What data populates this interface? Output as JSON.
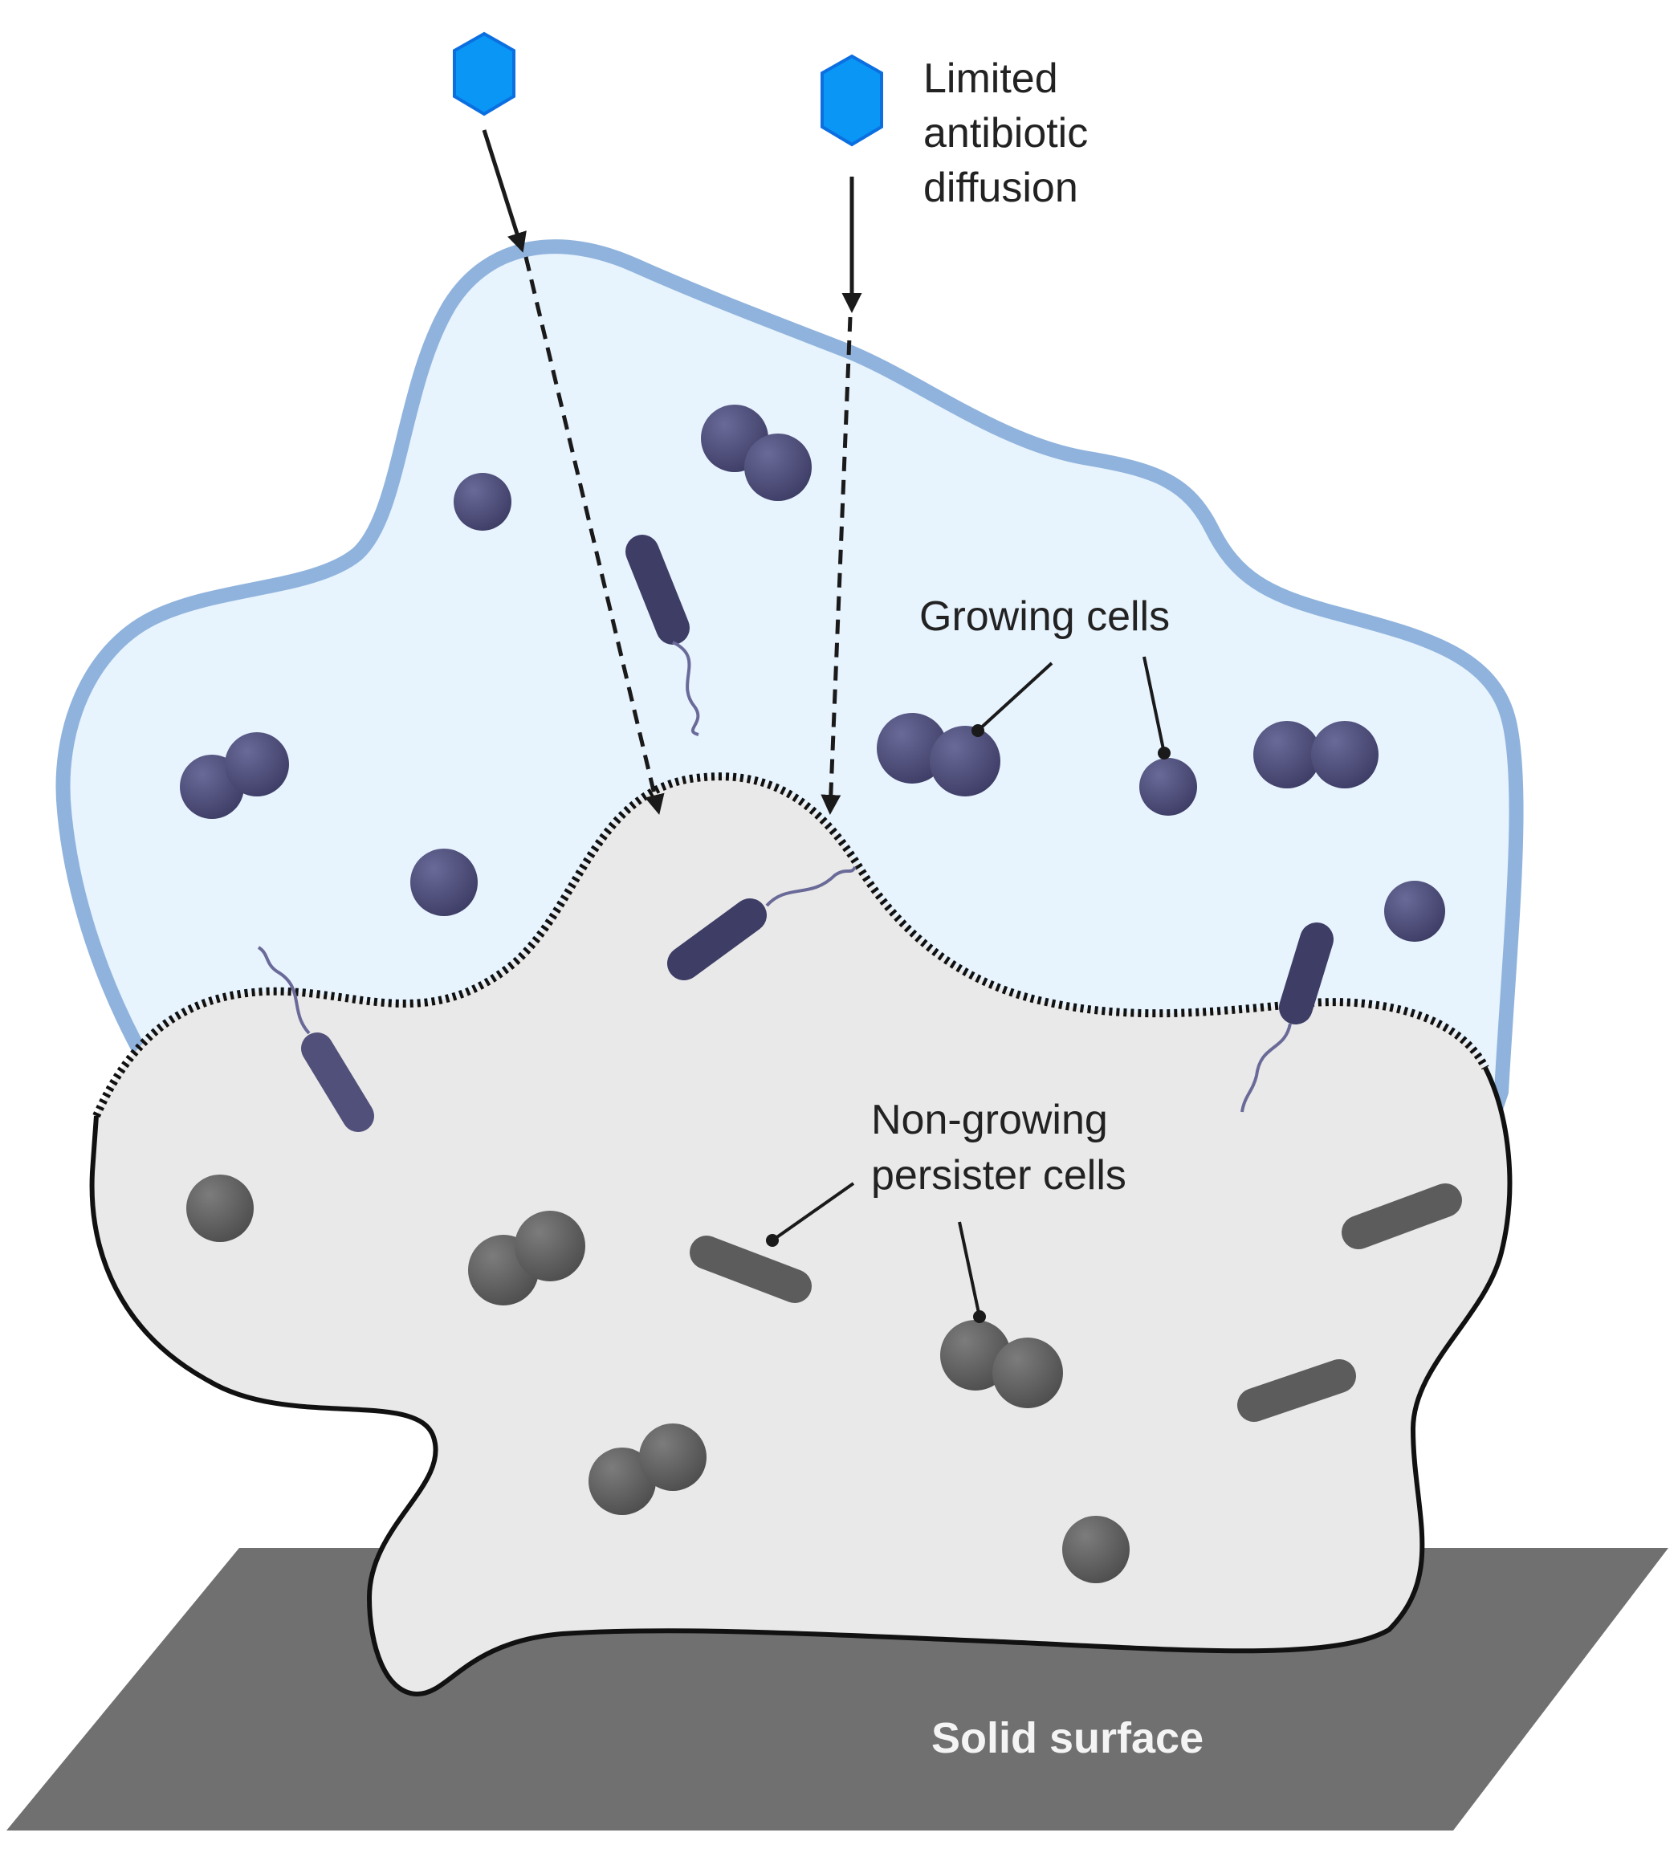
{
  "labels": {
    "antibiotic": [
      "Limited",
      "antibiotic",
      "diffusion"
    ],
    "growing": "Growing cells",
    "persister": [
      "Non-growing",
      "persister cells"
    ],
    "surface": "Solid surface"
  },
  "colors": {
    "biofilm_outer_fill": "#e7f3fd",
    "biofilm_outer_stroke": "#8fb3dd",
    "biofilm_inner_fill": "#e9e9e9",
    "surface": "#707070",
    "growing_cell": "#44446e",
    "persister_cell": "#5c5c5c",
    "antibiotic": "#0a96f5",
    "text": "#222222"
  },
  "icons": [
    "antibiotic-hexagon-icon",
    "coccus-cell-icon",
    "diplococcus-cell-icon",
    "rod-cell-icon",
    "flagellated-rod-cell-icon"
  ]
}
